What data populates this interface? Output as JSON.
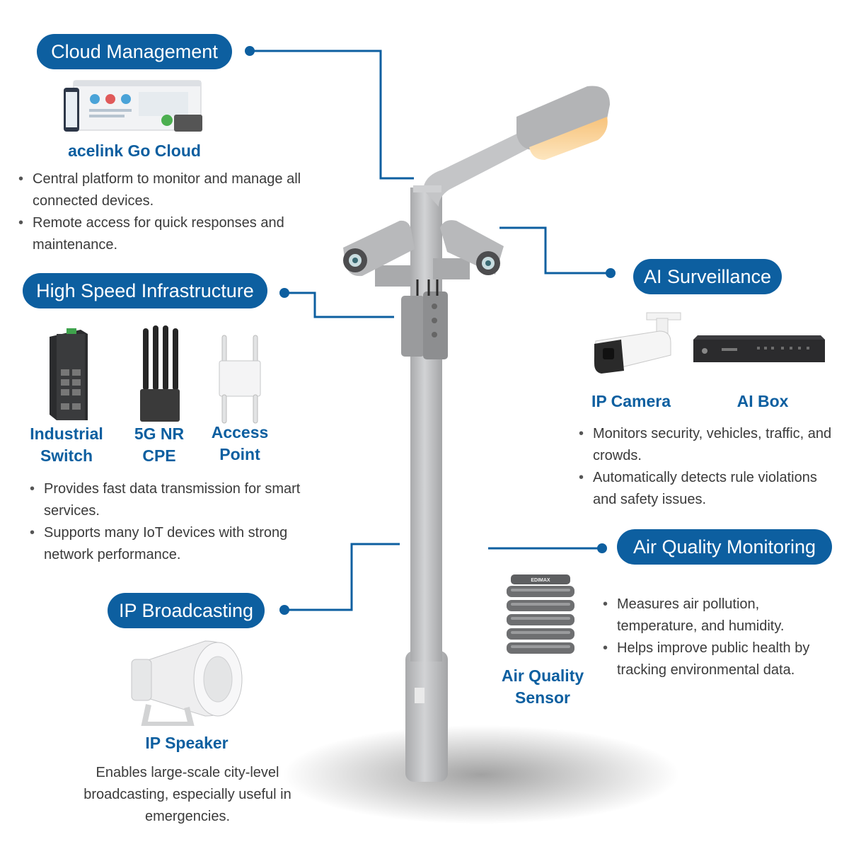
{
  "colors": {
    "accent": "#0d5fa0",
    "text": "#3b3b3b",
    "pole": "#bfc0c2"
  },
  "sections": {
    "cloud": {
      "title": "Cloud Management",
      "product": "acelink Go Cloud",
      "bullets": [
        "Central platform to monitor and manage all connected devices.",
        "Remote access for quick responses and maintenance."
      ]
    },
    "infra": {
      "title": "High Speed Infrastructure",
      "products": [
        {
          "line1": "Industrial",
          "line2": "Switch"
        },
        {
          "line1": "5G NR",
          "line2": "CPE"
        },
        {
          "line1": "Access",
          "line2": "Point"
        }
      ],
      "bullets": [
        "Provides fast data transmission for smart services.",
        "Supports many IoT devices with strong network performance."
      ]
    },
    "ai": {
      "title": "AI Surveillance",
      "products": [
        "IP Camera",
        "AI Box"
      ],
      "bullets": [
        "Monitors security, vehicles, traffic, and crowds.",
        "Automatically detects rule violations and safety issues."
      ]
    },
    "air": {
      "title": "Air Quality Monitoring",
      "product_line1": "Air Quality",
      "product_line2": "Sensor",
      "device_brand": "EDIMAX",
      "bullets": [
        "Measures air pollution, temperature, and humidity.",
        "Helps improve public health by tracking environmental data."
      ]
    },
    "broadcast": {
      "title": "IP Broadcasting",
      "product": "IP Speaker",
      "description": "Enables large-scale city-level broadcasting, especially useful in emergencies."
    }
  },
  "icons": [
    "street-lamp-pole",
    "cloud-dashboard-screens",
    "industrial-switch",
    "5g-cpe-router",
    "access-point",
    "ip-camera",
    "ai-box",
    "air-quality-sensor",
    "ip-horn-speaker"
  ]
}
